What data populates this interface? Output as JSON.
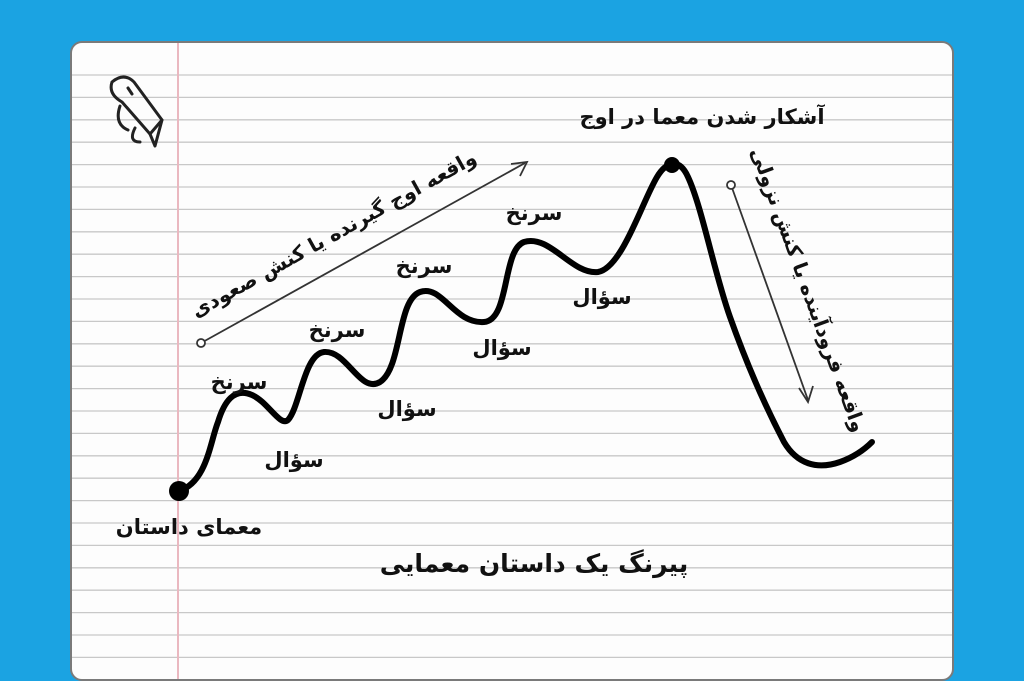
{
  "colors": {
    "background": "#1ba3e2",
    "paper": "#fdfdfd",
    "rule_line": "#c8c8c8",
    "margin_line": "#eab8c0",
    "ink": "#111111"
  },
  "diagram": {
    "title": "پیرنگ یک داستان معمایی",
    "start_label": "معمای داستان",
    "peak_label": "آشکار شدن معما در اوج",
    "rising_label": "واقعه اوج گیرنده یا کنش صعودی",
    "falling_label": "واقعه فرودآینده یا کنش نزولی",
    "clue_label": "سرنخ",
    "question_label": "سؤال",
    "icon": "pencil-icon",
    "peaks": [
      "سرنخ",
      "سرنخ",
      "سرنخ",
      "سرنخ"
    ],
    "valleys": [
      "سؤال",
      "سؤال",
      "سؤال",
      "سؤال"
    ]
  }
}
